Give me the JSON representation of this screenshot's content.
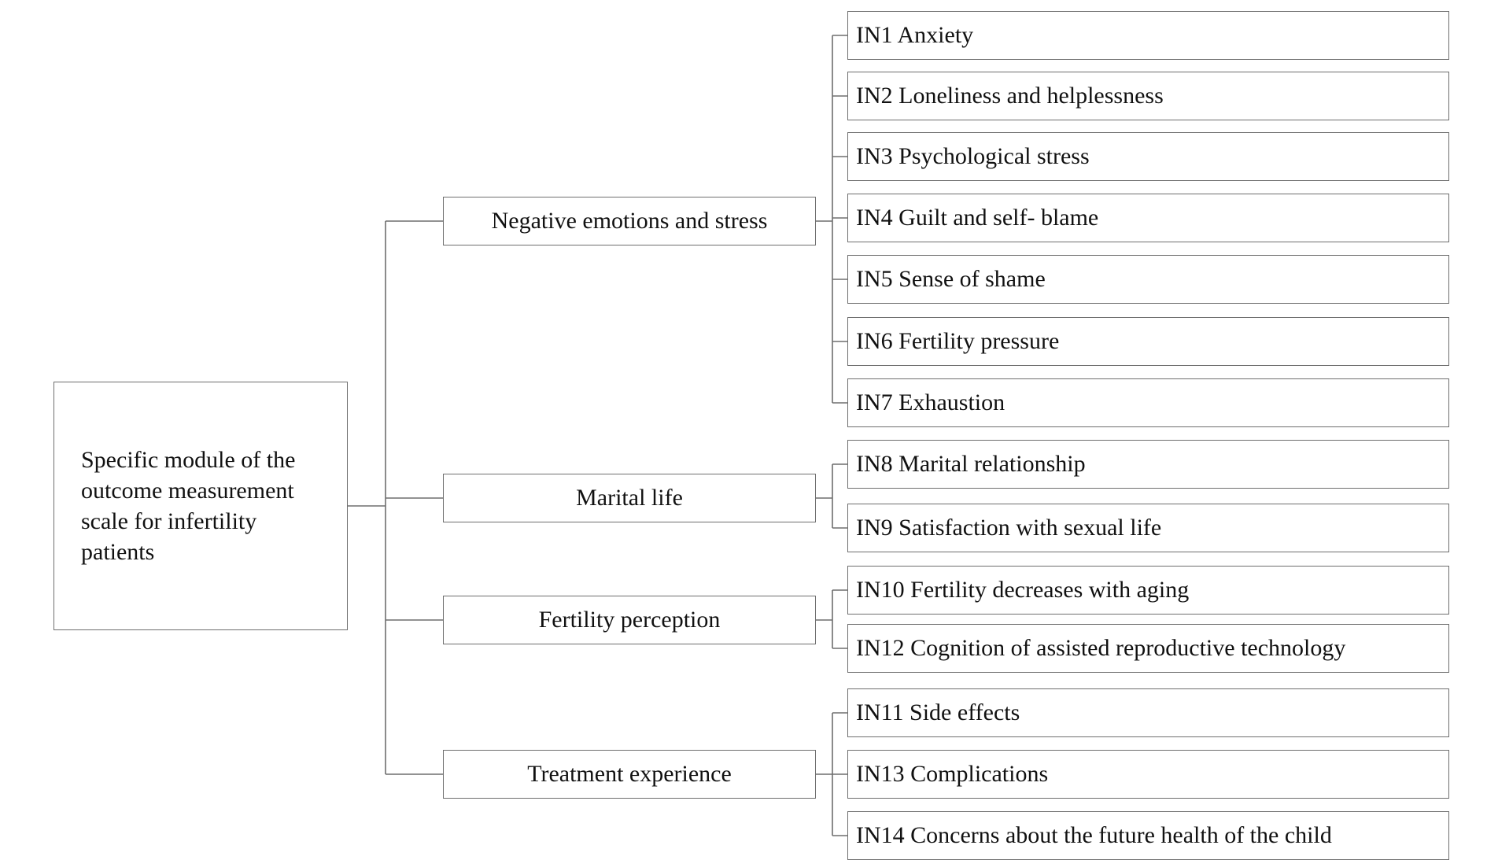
{
  "root": {
    "label": "Specific module of the outcome measurement scale for infertility patients"
  },
  "categories": [
    {
      "label": "Negative emotions and stress",
      "items": [
        "IN1 Anxiety",
        "IN2 Loneliness and  helplessness",
        "IN3 Psychological  stress",
        "IN4 Guilt and  self- blame",
        "IN5 Sense of shame",
        "IN6 Fertility pressure",
        "IN7 Exhaustion"
      ]
    },
    {
      "label": "Marital life",
      "items": [
        "IN8 Marital  relationship",
        "IN9 Satisfaction with  sexual  life"
      ]
    },
    {
      "label": "Fertility perception",
      "items": [
        "IN10 Fertility  decreases with  aging",
        "IN12 Cognition of  assisted  reproductive  technology"
      ]
    },
    {
      "label": "Treatment experience",
      "items": [
        "IN11 Side  effects",
        "IN13 Complications",
        "IN14 Concerns about the  future  health of the  child"
      ]
    }
  ]
}
